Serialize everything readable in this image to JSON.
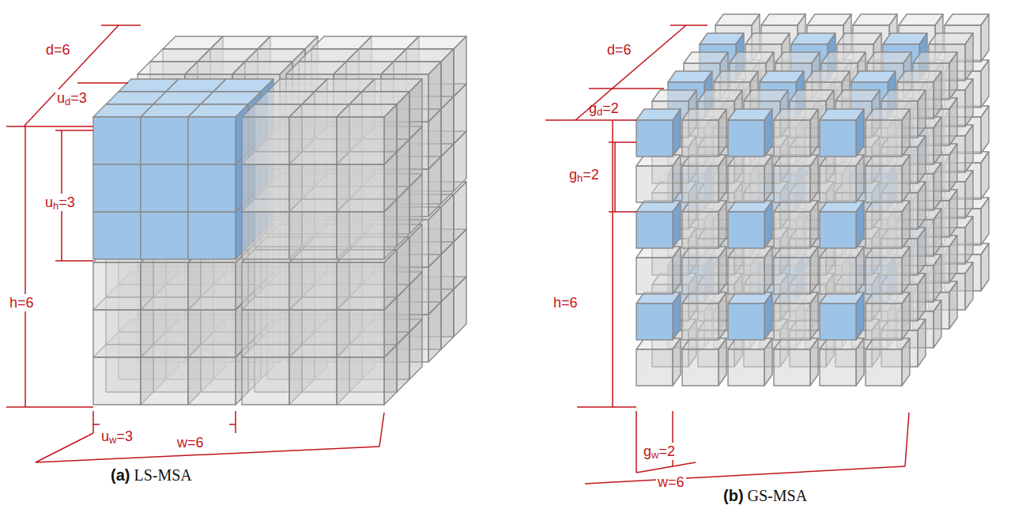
{
  "diagram": {
    "labels": [
      "d=6",
      "ud=3",
      "uh=3",
      "h=6",
      "uw=3",
      "w=6",
      "(a) LS-MSA",
      "d=6",
      "gd=2",
      "gh=2",
      "h=6",
      "gw=2",
      "w=6",
      "(b) GS-MSA"
    ]
  }
}
